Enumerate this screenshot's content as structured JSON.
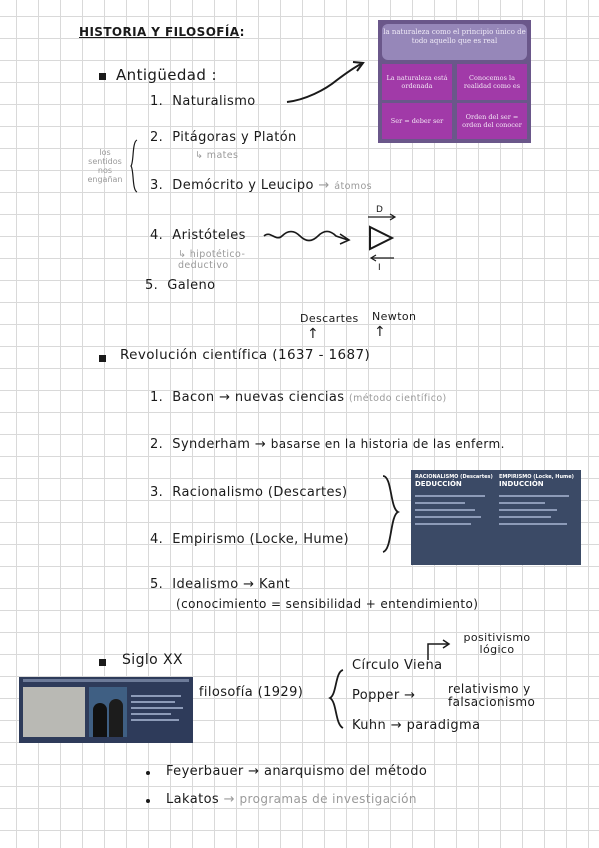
{
  "title": "HISTORIA Y FILOSOFÍA",
  "title_colon": ":",
  "sections": {
    "antiguedad": {
      "heading": "Antigüedad",
      "heading_colon": ":",
      "items": [
        {
          "num": "1.",
          "label": "Naturalismo"
        },
        {
          "num": "2.",
          "label": "Pitágoras y Platón",
          "note": "mates"
        },
        {
          "num": "3.",
          "label": "Demócrito y Leucipo",
          "note": "átomos"
        },
        {
          "num": "4.",
          "label": "Aristóteles",
          "note": "hipotético-deductivo"
        },
        {
          "num": "5.",
          "label": "Galeno"
        }
      ],
      "side_note": [
        "los",
        "sentidos",
        "nos",
        "engañan"
      ],
      "deduction_labels": {
        "top": "D",
        "bottom": "I"
      }
    },
    "revolucion": {
      "heading": "Revolución científica (1637 - 1687)",
      "above_left": "Descartes",
      "above_right": "Newton",
      "items": [
        {
          "num": "1.",
          "label": "Bacon",
          "arrow": "→",
          "detail": "nuevas ciencias",
          "note": "(método científico)"
        },
        {
          "num": "2.",
          "label": "Synderham",
          "arrow": "→",
          "detail": "basarse en la historia de las enferm."
        },
        {
          "num": "3.",
          "label": "Racionalismo (Descartes)"
        },
        {
          "num": "4.",
          "label": "Empirismo (Locke, Hume)"
        },
        {
          "num": "5.",
          "label": "Idealismo",
          "arrow": "→",
          "detail": "Kant",
          "line2": "(conocimiento = sensibilidad + entendimiento)"
        }
      ]
    },
    "siglo": {
      "heading": "Siglo XX",
      "filosofia": "filosofía (1929)",
      "branches": [
        {
          "label": "Círculo Viena",
          "note": "positivismo lógico"
        },
        {
          "label": "Popper",
          "arrow": "→",
          "detail": "relativismo y falsacionismo"
        },
        {
          "label": "Kuhn",
          "arrow": "→",
          "detail": "paradigma"
        }
      ],
      "bullets": [
        {
          "label": "Feyerbauer",
          "arrow": "→",
          "detail": "anarquismo del método"
        },
        {
          "label": "Lakatos",
          "arrow": "→",
          "detail": "programas de investigación"
        }
      ]
    }
  },
  "purple_box": {
    "top": "la naturaleza como el principio único de todo aquello que es real",
    "cells": [
      "La naturaleza está ordenada",
      "Conocemos la realidad como es",
      "Ser = deber ser",
      "Orden del ser = orden del conocer"
    ],
    "colors": {
      "bg": "#6a578a",
      "top": "#9687b9",
      "cell": "#a13aa8"
    }
  },
  "slate_slide": {
    "left_header": "RACIONALISMO (Descartes)",
    "left_sub": "DEDUCCIÓN",
    "right_header": "EMPIRISMO (Locke, Hume)",
    "right_sub": "INDUCCIÓN"
  }
}
